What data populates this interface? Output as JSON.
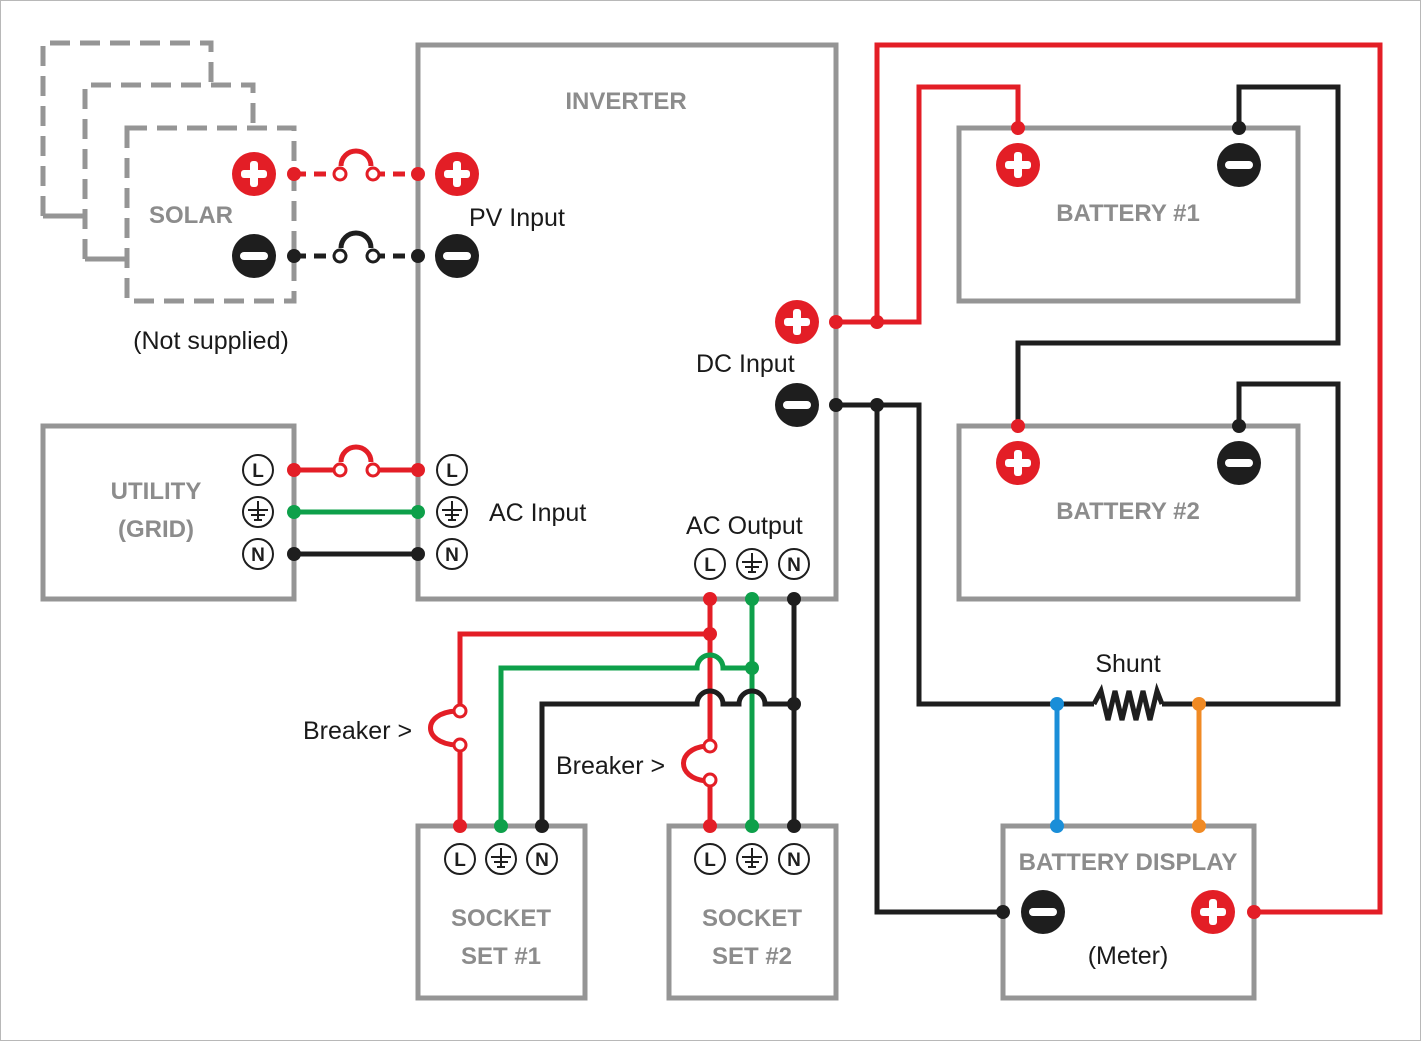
{
  "diagram": {
    "title": "Inverter and battery wiring diagram",
    "colors": {
      "live": "#e31e26",
      "earth": "#0ea04a",
      "neutral": "#1e1e1e",
      "positive": "#e31e26",
      "negative": "#1e1e1e",
      "shunt_sense_a": "#1a8ed8",
      "shunt_sense_b": "#f08a24",
      "box_outline": "#959595"
    },
    "components": {
      "solar": {
        "title": "SOLAR",
        "note": "(Not supplied)"
      },
      "inverter": {
        "title": "INVERTER",
        "pv_label": "PV Input",
        "dc_label": "DC Input",
        "ac_in_label": "AC Input",
        "ac_out_label": "AC Output"
      },
      "utility": {
        "title_line1": "UTILITY",
        "title_line2": "(GRID)"
      },
      "battery1": {
        "title": "BATTERY #1"
      },
      "battery2": {
        "title": "BATTERY #2"
      },
      "shunt": {
        "label": "Shunt"
      },
      "battery_display": {
        "title": "BATTERY DISPLAY",
        "note": "(Meter)"
      },
      "socket1": {
        "title_line1": "SOCKET",
        "title_line2": "SET #1"
      },
      "socket2": {
        "title_line1": "SOCKET",
        "title_line2": "SET #2"
      }
    },
    "breakers": {
      "label1": "Breaker >",
      "label2": "Breaker >"
    },
    "terminals": {
      "live": "L",
      "neutral": "N",
      "earth": "earth"
    }
  }
}
